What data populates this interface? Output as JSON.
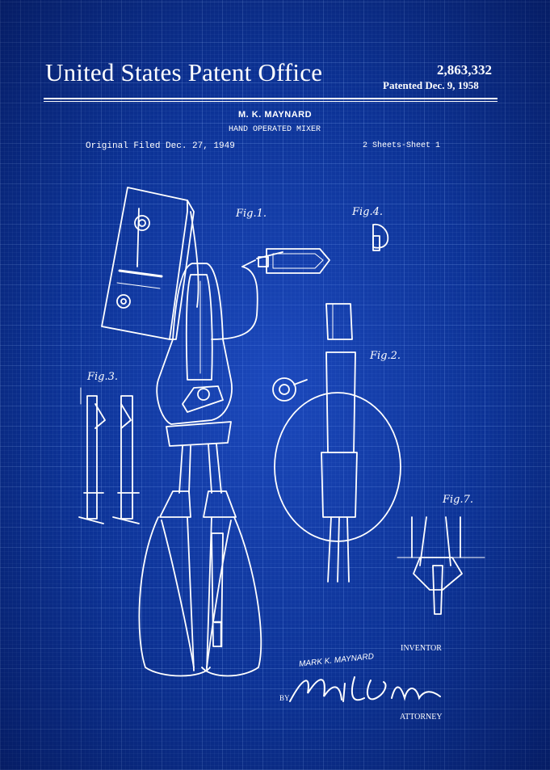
{
  "header": {
    "office": "United States Patent Office",
    "patent_number": "2,863,332",
    "patent_date": "Patented Dec. 9, 1958"
  },
  "document": {
    "inventor_name": "M. K. MAYNARD",
    "title": "HAND OPERATED MIXER",
    "filed": "Original Filed Dec. 27, 1949",
    "sheets": "2 Sheets-Sheet 1"
  },
  "figures": {
    "fig1": "Fig.1.",
    "fig2": "Fig.2.",
    "fig3": "Fig.3.",
    "fig4": "Fig.4.",
    "fig7": "Fig.7."
  },
  "signature": {
    "inventor_label": "INVENTOR",
    "inventor_name": "MARK K. MAYNARD",
    "by": "BY",
    "attorney_label": "ATTORNEY"
  },
  "colors": {
    "background": "#0c3396",
    "ink": "#ffffff"
  }
}
